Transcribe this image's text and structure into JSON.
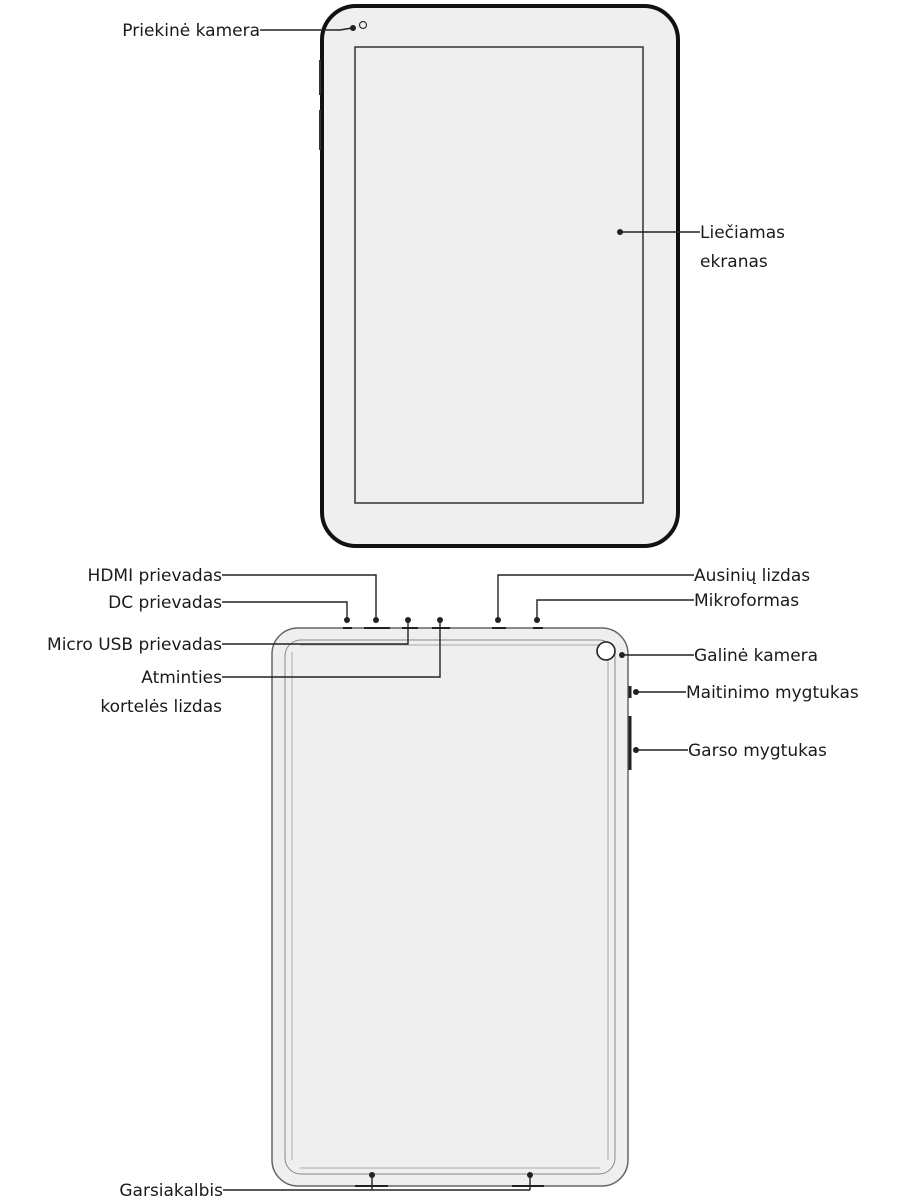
{
  "labels": {
    "front_camera": "Priekinė kamera",
    "touchscreen_line1": "Liečiamas",
    "touchscreen_line2": "ekranas",
    "hdmi_port": "HDMI prievadas",
    "dc_port": "DC prievadas",
    "micro_usb_port": "Micro USB prievadas",
    "memory_card_line1": "Atminties",
    "memory_card_line2": "kortelės lizdas",
    "headphone_jack": "Ausinių lizdas",
    "microphone": "Mikroformas",
    "rear_camera": "Galinė kamera",
    "power_button": "Maitinimo mygtukas",
    "volume_button": "Garso mygtukas",
    "speaker": "Garsiakalbis"
  }
}
